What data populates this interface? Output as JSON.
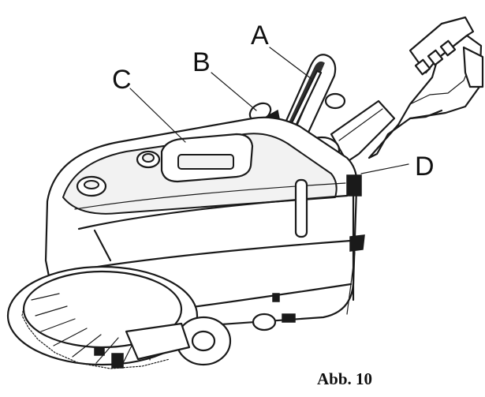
{
  "figure": {
    "caption": "Abb. 10",
    "callouts": [
      {
        "id": "A",
        "label": "A"
      },
      {
        "id": "B",
        "label": "B"
      },
      {
        "id": "C",
        "label": "C"
      },
      {
        "id": "D",
        "label": "D"
      }
    ]
  },
  "colors": {
    "ink": "#1a1a1a",
    "paper": "#ffffff",
    "shade": "#f2f2f2"
  }
}
